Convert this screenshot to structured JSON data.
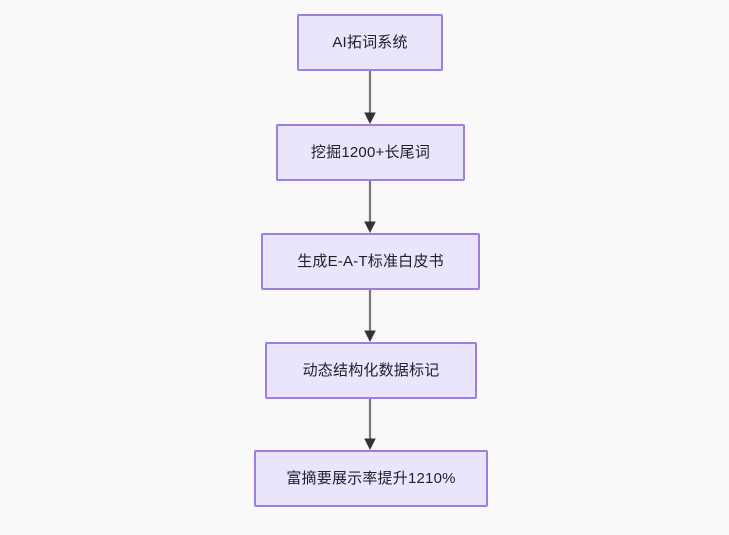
{
  "diagram": {
    "title": "AI SEO content pipeline flowchart",
    "background_color": "#f9f9f9",
    "node_fill_color": "#e9e5fc",
    "node_border_color": "#9f7ee0",
    "edge_color": "#77767a",
    "arrow_color": "#333238",
    "direction": "top-to-bottom",
    "nodes": [
      {
        "id": "n1",
        "label": "AI拓词系统"
      },
      {
        "id": "n2",
        "label": "挖掘1200+长尾词"
      },
      {
        "id": "n3",
        "label": "生成E-A-T标准白皮书"
      },
      {
        "id": "n4",
        "label": "动态结构化数据标记"
      },
      {
        "id": "n5",
        "label": "富摘要展示率提升1210%"
      }
    ],
    "edges": [
      {
        "from": "n1",
        "to": "n2",
        "label": ""
      },
      {
        "from": "n2",
        "to": "n3",
        "label": ""
      },
      {
        "from": "n3",
        "to": "n4",
        "label": ""
      },
      {
        "from": "n4",
        "to": "n5",
        "label": ""
      }
    ]
  }
}
